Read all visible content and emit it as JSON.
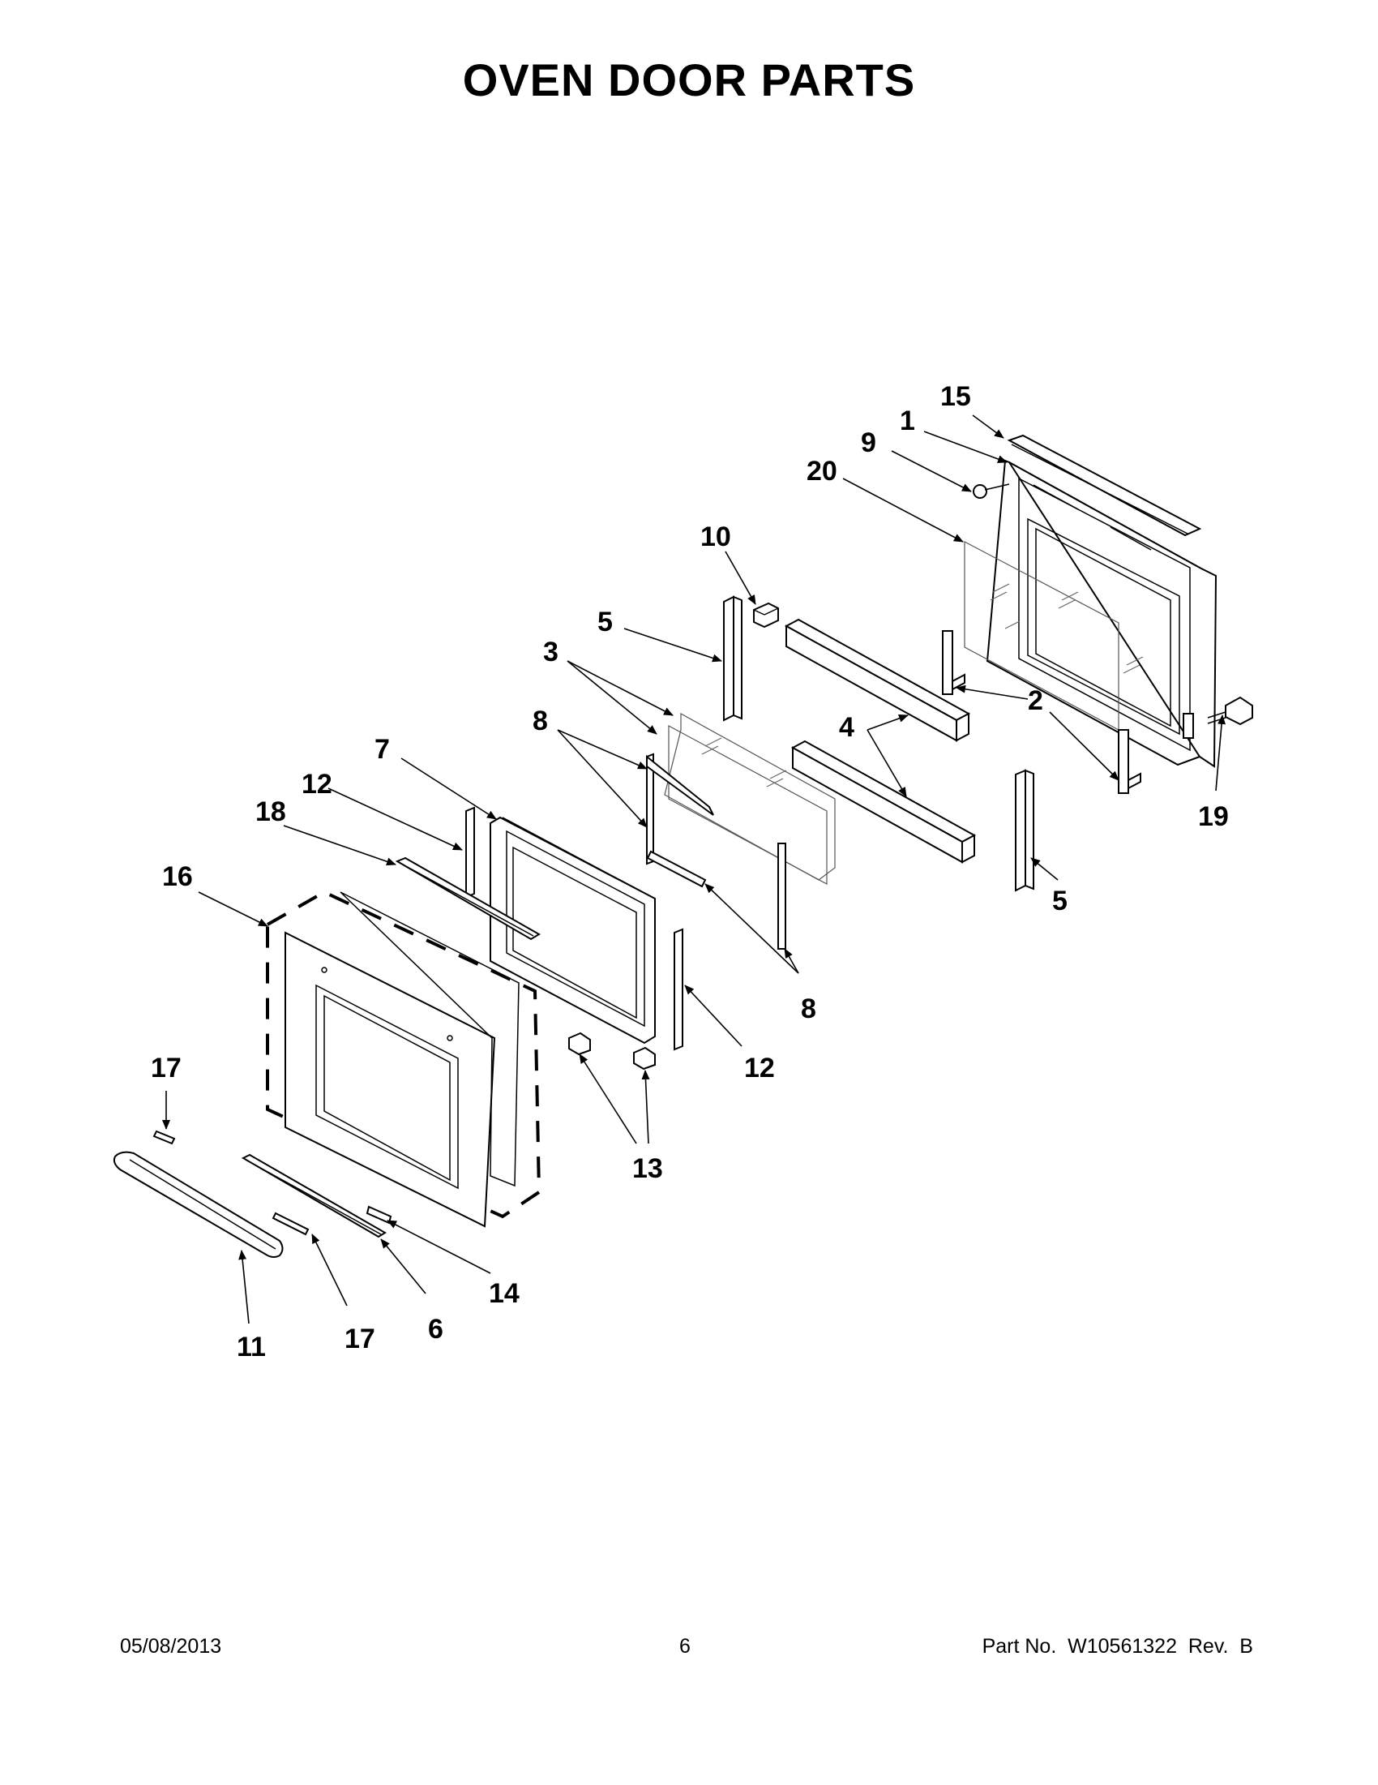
{
  "title": "OVEN DOOR PARTS",
  "footer": {
    "date": "05/08/2013",
    "page": "6",
    "part_number": "Part No.  W10561322  Rev.  B"
  },
  "callouts": [
    {
      "id": "c15",
      "text": "15"
    },
    {
      "id": "c1",
      "text": "1"
    },
    {
      "id": "c9",
      "text": "9"
    },
    {
      "id": "c20",
      "text": "20"
    },
    {
      "id": "c10",
      "text": "10"
    },
    {
      "id": "c5a",
      "text": "5"
    },
    {
      "id": "c3",
      "text": "3"
    },
    {
      "id": "c2",
      "text": "2"
    },
    {
      "id": "c4",
      "text": "4"
    },
    {
      "id": "c8a",
      "text": "8"
    },
    {
      "id": "c7",
      "text": "7"
    },
    {
      "id": "c12a",
      "text": "12"
    },
    {
      "id": "c18",
      "text": "18"
    },
    {
      "id": "c16",
      "text": "16"
    },
    {
      "id": "c19",
      "text": "19"
    },
    {
      "id": "c5b",
      "text": "5"
    },
    {
      "id": "c8b",
      "text": "8"
    },
    {
      "id": "c12b",
      "text": "12"
    },
    {
      "id": "c17a",
      "text": "17"
    },
    {
      "id": "c13",
      "text": "13"
    },
    {
      "id": "c14",
      "text": "14"
    },
    {
      "id": "c11",
      "text": "11"
    },
    {
      "id": "c17b",
      "text": "17"
    },
    {
      "id": "c6",
      "text": "6"
    }
  ]
}
